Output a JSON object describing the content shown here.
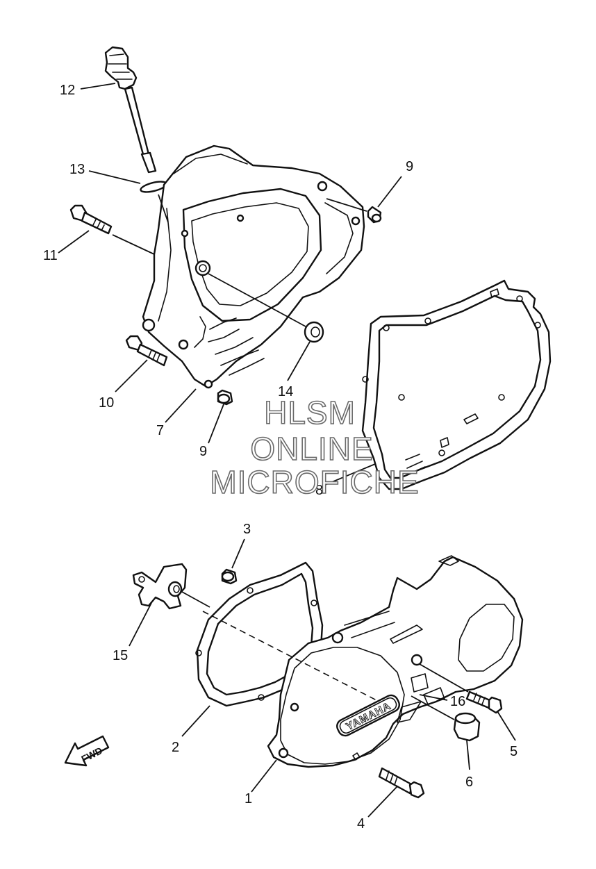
{
  "callouts": {
    "c1": "1",
    "c2": "2",
    "c3": "3",
    "c4": "4",
    "c5": "5",
    "c6": "6",
    "c7": "7",
    "c8": "8",
    "c9a": "9",
    "c9b": "9",
    "c10": "10",
    "c11": "11",
    "c12": "12",
    "c13": "13",
    "c14": "14",
    "c15": "15",
    "c16": "16"
  },
  "watermark": {
    "line1": "HLSM",
    "line2": "ONLINE",
    "line3": "MICROFICHE"
  },
  "cover_logo": "YAMAHA",
  "fwd_label": "FWD"
}
